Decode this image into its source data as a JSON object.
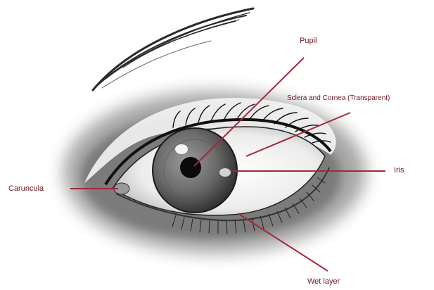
{
  "labels": {
    "pupil": "Pupil",
    "sclera_cornea": "Sclera and Cornea (Transparent)",
    "iris": "Iris",
    "caruncula": "Caruncula",
    "wet_layer": "Wet layer"
  },
  "colors": {
    "leader_line": "#a3283a",
    "label_text": "#6b1520",
    "iris": "#6e6e6e",
    "pupil": "#0b0b0b",
    "sclera": "#f2f2f2"
  }
}
